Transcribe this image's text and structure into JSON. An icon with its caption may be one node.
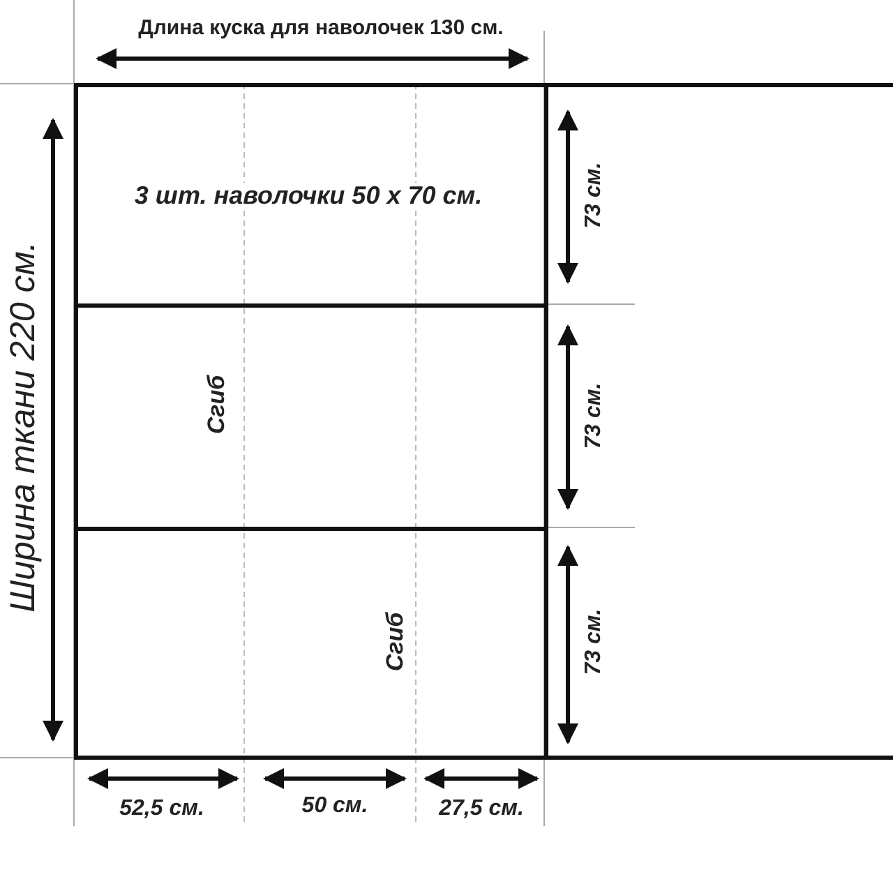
{
  "diagram": {
    "labels": [
      "Длина куска для наволочек 130 см.",
      "Ширина ткани 220 см.",
      "3 шт. наволочки 50 x 70 см.",
      "73 см.",
      "Сгиб",
      "73 см.",
      "Сгиб",
      "73 см.",
      "52,5 см.",
      "50 см.",
      "27,5 см."
    ]
  }
}
